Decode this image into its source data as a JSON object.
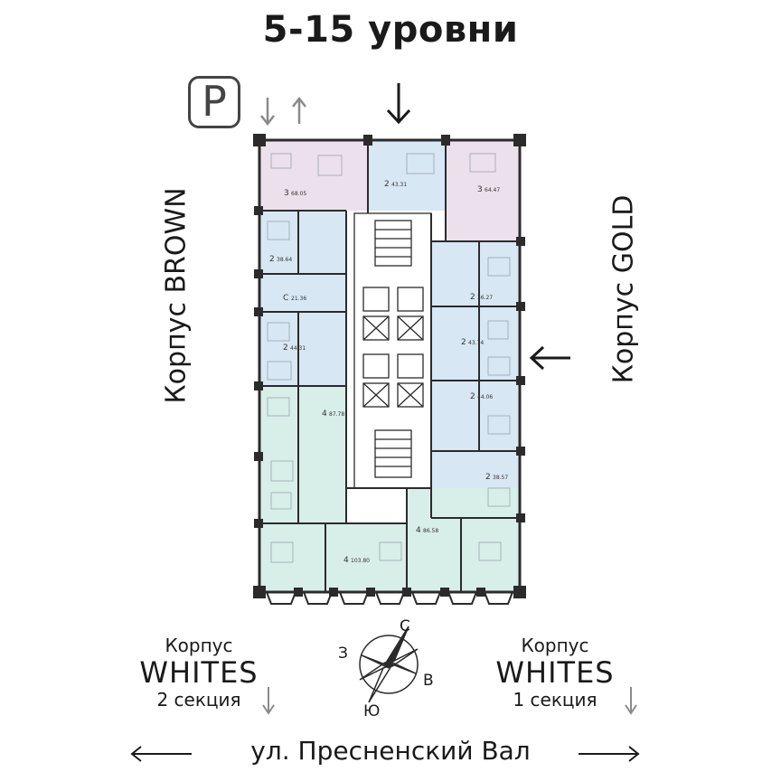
{
  "title": "5-15 уровни",
  "parking": {
    "symbol": "P"
  },
  "buildings": {
    "brown": "Корпус BROWN",
    "gold": "Корпус GOLD",
    "whites_left": {
      "korpus": "Корпус",
      "name": "WHITES",
      "section": "2 секция"
    },
    "whites_right": {
      "korpus": "Корпус",
      "name": "WHITES",
      "section": "1 секция"
    }
  },
  "street": "ул. Пресненский Вал",
  "compass": {
    "n": "С",
    "e": "В",
    "s": "Ю",
    "w": "З"
  },
  "colors": {
    "pink": "#ece0ec",
    "blue": "#d8e7f4",
    "mint": "#d8eee9",
    "wall": "#2b2b2b",
    "arrow": "#8a8a8a"
  },
  "apartments": [
    {
      "rooms": "3",
      "area": "68.05"
    },
    {
      "rooms": "2",
      "area": "43.31"
    },
    {
      "rooms": "3",
      "area": "64.47"
    },
    {
      "rooms": "2",
      "area": "38.64"
    },
    {
      "rooms": "2",
      "area": "36.27"
    },
    {
      "rooms": "С",
      "area": "21.36"
    },
    {
      "rooms": "2",
      "area": "44.31"
    },
    {
      "rooms": "2",
      "area": "43.74"
    },
    {
      "rooms": "2",
      "area": "44.06"
    },
    {
      "rooms": "4",
      "area": "87.78"
    },
    {
      "rooms": "2",
      "area": "38.57"
    },
    {
      "rooms": "4",
      "area": "86.58"
    },
    {
      "rooms": "4",
      "area": "103.80"
    }
  ]
}
